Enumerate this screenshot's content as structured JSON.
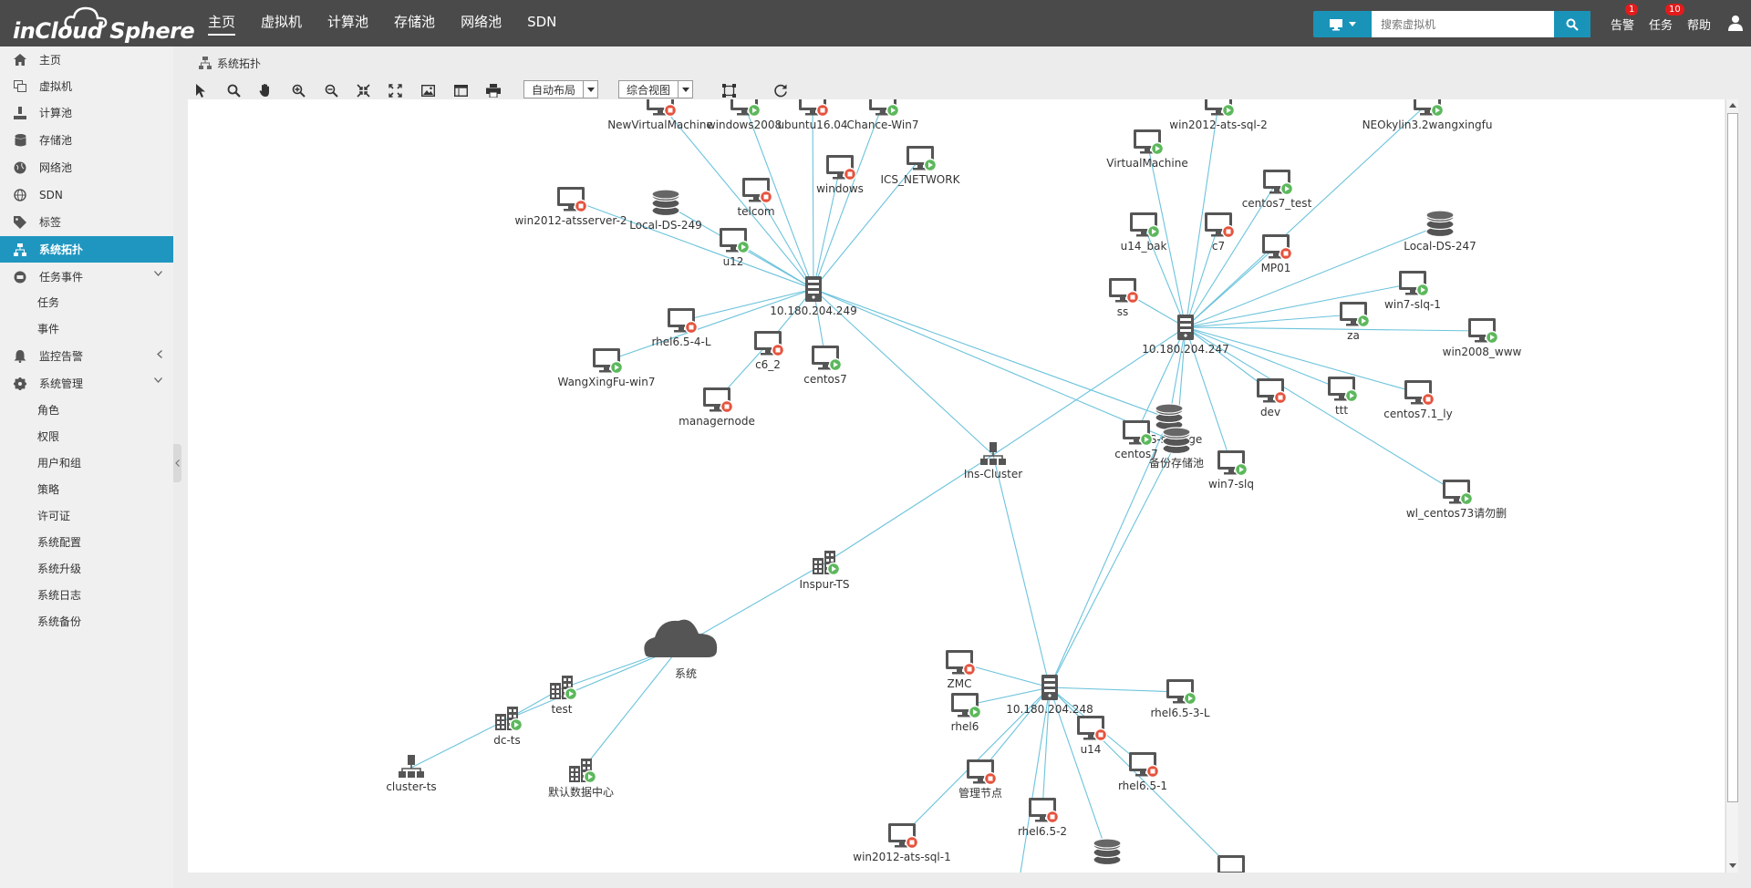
{
  "app": {
    "logo": "inCloud Sphere"
  },
  "topnav": [
    "主页",
    "虚拟机",
    "计算池",
    "存储池",
    "网络池",
    "SDN"
  ],
  "search": {
    "placeholder": "搜索虚拟机"
  },
  "top_links": {
    "alarm": "告警",
    "alarm_count": "1",
    "tasks": "任务",
    "task_count": "10",
    "help": "帮助"
  },
  "sidebar": {
    "items": [
      {
        "label": "主页",
        "icon": "home-icon"
      },
      {
        "label": "虚拟机",
        "icon": "vm-icon"
      },
      {
        "label": "计算池",
        "icon": "compute-icon"
      },
      {
        "label": "存储池",
        "icon": "database-icon"
      },
      {
        "label": "网络池",
        "icon": "globe-icon"
      },
      {
        "label": "SDN",
        "icon": "sdn-icon"
      },
      {
        "label": "标签",
        "icon": "tag-icon"
      },
      {
        "label": "系统拓扑",
        "icon": "topology-icon"
      },
      {
        "label": "任务事件",
        "icon": "task-event-icon"
      }
    ],
    "task_subs": [
      "任务",
      "事件"
    ],
    "monitor": {
      "label": "监控告警",
      "icon": "bell-icon"
    },
    "sysmgmt": {
      "label": "系统管理",
      "icon": "gear-icon"
    },
    "sys_subs": [
      "角色",
      "权限",
      "用户和组",
      "策略",
      "许可证",
      "系统配置",
      "系统升级",
      "系统日志",
      "系统备份"
    ]
  },
  "breadcrumb": {
    "label": "系统拓扑"
  },
  "toolbar": {
    "layout_select": "自动布局",
    "view_select": "综合视图"
  },
  "colors": {
    "accent": "#1f96c0",
    "topbar": "#4a4a4a",
    "edge": "#6cc3dc",
    "running": "#5cb85c",
    "stopped": "#e5533d"
  },
  "topology": {
    "nodes": [
      {
        "id": "h249",
        "label": "10.180.204.249",
        "type": "host"
      },
      {
        "id": "h247",
        "label": "10.180.204.247",
        "type": "host"
      },
      {
        "id": "h248",
        "label": "10.180.204.248",
        "type": "host"
      },
      {
        "id": "cfs",
        "label": "CFS-storage",
        "type": "storage"
      },
      {
        "id": "bak",
        "label": "备份存储池",
        "type": "storage"
      },
      {
        "id": "ins",
        "label": "Ins-Cluster",
        "type": "cluster"
      },
      {
        "id": "its",
        "label": "Inspur-TS",
        "type": "dc",
        "status": "run"
      },
      {
        "id": "sys",
        "label": "系统",
        "type": "cloud"
      },
      {
        "id": "test",
        "label": "test",
        "type": "dc",
        "status": "run"
      },
      {
        "id": "dcts",
        "label": "dc-ts",
        "type": "dc",
        "status": "run"
      },
      {
        "id": "cts",
        "label": "cluster-ts",
        "type": "cluster"
      },
      {
        "id": "mrdc",
        "label": "默认数据中心",
        "type": "dc",
        "status": "run"
      },
      {
        "id": "nvm",
        "label": "NewVirtualMachine",
        "type": "vm",
        "status": "stop"
      },
      {
        "id": "w08",
        "label": "windows2008",
        "type": "vm",
        "status": "run"
      },
      {
        "id": "ub",
        "label": "ubuntu16.04",
        "type": "vm",
        "status": "stop"
      },
      {
        "id": "cw7",
        "label": "Chance-Win7",
        "type": "vm",
        "status": "run"
      },
      {
        "id": "tel",
        "label": "telcom",
        "type": "vm",
        "status": "stop"
      },
      {
        "id": "win",
        "label": "windows",
        "type": "vm",
        "status": "stop"
      },
      {
        "id": "ics",
        "label": "ICS_NETWORK",
        "type": "vm",
        "status": "run"
      },
      {
        "id": "wat",
        "label": "win2012-atsserver-2",
        "type": "vm",
        "status": "stop"
      },
      {
        "id": "lds249",
        "label": "Local-DS-249",
        "type": "storage"
      },
      {
        "id": "u12",
        "label": "u12",
        "type": "vm",
        "status": "run"
      },
      {
        "id": "r654",
        "label": "rhel6.5-4-L",
        "type": "vm",
        "status": "stop"
      },
      {
        "id": "wx",
        "label": "WangXingFu-win7",
        "type": "vm",
        "status": "run"
      },
      {
        "id": "c62",
        "label": "c6_2",
        "type": "vm",
        "status": "stop"
      },
      {
        "id": "c7a",
        "label": "centos7",
        "type": "vm",
        "status": "run"
      },
      {
        "id": "mgr",
        "label": "managernode",
        "type": "vm",
        "status": "stop"
      },
      {
        "id": "wsql2",
        "label": "win2012-ats-sql-2",
        "type": "vm",
        "status": "run"
      },
      {
        "id": "neo",
        "label": "NEOkylin3.2wangxingfu",
        "type": "vm",
        "status": "run"
      },
      {
        "id": "vmc",
        "label": "VirtualMachine",
        "type": "vm",
        "status": "run"
      },
      {
        "id": "c7t",
        "label": "centos7_test",
        "type": "vm",
        "status": "run"
      },
      {
        "id": "u14b",
        "label": "u14_bak",
        "type": "vm",
        "status": "run"
      },
      {
        "id": "c7b",
        "label": "c7",
        "type": "vm",
        "status": "stop"
      },
      {
        "id": "mp01",
        "label": "MP01",
        "type": "vm",
        "status": "stop"
      },
      {
        "id": "lds247",
        "label": "Local-DS-247",
        "type": "storage"
      },
      {
        "id": "ss",
        "label": "ss",
        "type": "vm",
        "status": "stop"
      },
      {
        "id": "w7s1",
        "label": "win7-slq-1",
        "type": "vm",
        "status": "run"
      },
      {
        "id": "za",
        "label": "za",
        "type": "vm",
        "status": "run"
      },
      {
        "id": "w08w",
        "label": "win2008_www",
        "type": "vm",
        "status": "run"
      },
      {
        "id": "ttt",
        "label": "ttt",
        "type": "vm",
        "status": "run"
      },
      {
        "id": "dev",
        "label": "dev",
        "type": "vm",
        "status": "stop"
      },
      {
        "id": "c7c",
        "label": "centos7",
        "type": "vm",
        "status": "run"
      },
      {
        "id": "c71",
        "label": "centos7.1_ly",
        "type": "vm",
        "status": "stop"
      },
      {
        "id": "w7s",
        "label": "win7-slq",
        "type": "vm",
        "status": "run"
      },
      {
        "id": "wlc",
        "label": "wl_centos73请勿删",
        "type": "vm",
        "status": "run"
      },
      {
        "id": "zmc",
        "label": "ZMC",
        "type": "vm",
        "status": "stop"
      },
      {
        "id": "r653",
        "label": "rhel6.5-3-L",
        "type": "vm",
        "status": "run"
      },
      {
        "id": "r6",
        "label": "rhel6",
        "type": "vm",
        "status": "run"
      },
      {
        "id": "u14",
        "label": "u14",
        "type": "vm",
        "status": "stop"
      },
      {
        "id": "mgmt",
        "label": "管理节点",
        "type": "vm",
        "status": "stop"
      },
      {
        "id": "r651",
        "label": "rhel6.5-1",
        "type": "vm",
        "status": "stop"
      },
      {
        "id": "r652",
        "label": "rhel6.5-2",
        "type": "vm",
        "status": "stop"
      },
      {
        "id": "wsql1",
        "label": "win2012-ats-sql-1",
        "type": "vm",
        "status": "stop"
      },
      {
        "id": "s248",
        "label": "",
        "type": "storage"
      },
      {
        "id": "vmx",
        "label": "",
        "type": "vm",
        "status": "none"
      }
    ],
    "edges": [
      [
        "h249",
        "nvm"
      ],
      [
        "h249",
        "w08"
      ],
      [
        "h249",
        "ub"
      ],
      [
        "h249",
        "cw7"
      ],
      [
        "h249",
        "tel"
      ],
      [
        "h249",
        "win"
      ],
      [
        "h249",
        "ics"
      ],
      [
        "h249",
        "wat"
      ],
      [
        "h249",
        "lds249"
      ],
      [
        "h249",
        "u12"
      ],
      [
        "h249",
        "r654"
      ],
      [
        "h249",
        "wx"
      ],
      [
        "h249",
        "c62"
      ],
      [
        "h249",
        "c7a"
      ],
      [
        "c62",
        "mgr"
      ],
      [
        "h249",
        "cfs"
      ],
      [
        "h249",
        "bak"
      ],
      [
        "h247",
        "wsql2"
      ],
      [
        "h247",
        "neo"
      ],
      [
        "h247",
        "vmc"
      ],
      [
        "h247",
        "c7t"
      ],
      [
        "h247",
        "u14b"
      ],
      [
        "h247",
        "c7b"
      ],
      [
        "h247",
        "mp01"
      ],
      [
        "h247",
        "lds247"
      ],
      [
        "h247",
        "ss"
      ],
      [
        "h247",
        "w7s1"
      ],
      [
        "h247",
        "za"
      ],
      [
        "h247",
        "w08w"
      ],
      [
        "h247",
        "ttt"
      ],
      [
        "h247",
        "dev"
      ],
      [
        "h247",
        "c7c"
      ],
      [
        "h247",
        "c71"
      ],
      [
        "h247",
        "w7s"
      ],
      [
        "h247",
        "wlc"
      ],
      [
        "h247",
        "cfs"
      ],
      [
        "h247",
        "bak"
      ],
      [
        "h248",
        "zmc"
      ],
      [
        "h248",
        "r653"
      ],
      [
        "h248",
        "r6"
      ],
      [
        "h248",
        "u14"
      ],
      [
        "h248",
        "mgmt"
      ],
      [
        "h248",
        "r651"
      ],
      [
        "h248",
        "r652"
      ],
      [
        "h248",
        "wsql1"
      ],
      [
        "h248",
        "s248"
      ],
      [
        "h248",
        "vmx"
      ],
      [
        "h248",
        "cfs"
      ],
      [
        "h248",
        "bak"
      ],
      [
        "h248",
        "ins"
      ],
      [
        "h248",
        "vmx2"
      ],
      [
        "ins",
        "h249"
      ],
      [
        "ins",
        "h247"
      ],
      [
        "ins",
        "its"
      ],
      [
        "its",
        "sys"
      ],
      [
        "sys",
        "test"
      ],
      [
        "sys",
        "dcts"
      ],
      [
        "sys",
        "mrdc"
      ],
      [
        "test",
        "dcts"
      ],
      [
        "dcts",
        "cts"
      ]
    ]
  }
}
